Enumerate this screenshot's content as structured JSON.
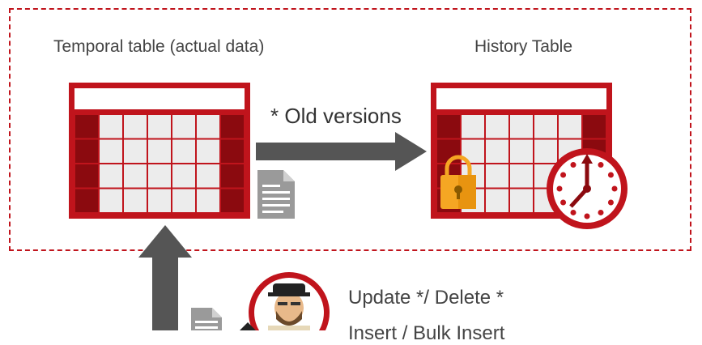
{
  "labels": {
    "temporal_table": "Temporal table (actual data)",
    "history_table": "History Table",
    "old_versions": "* Old versions",
    "operations_line1": "Update */ Delete *",
    "operations_line2": "Insert / Bulk Insert"
  },
  "colors": {
    "accent_red": "#c0141c",
    "dark_red": "#8b0a0f",
    "arrow_gray": "#555555",
    "cell_fill": "#ececec",
    "lock_gold": "#f5a623",
    "doc_gray": "#9a9a9a"
  },
  "icons": [
    "table-grid-icon",
    "document-icon",
    "lock-icon",
    "clock-icon",
    "user-avatar-icon",
    "arrow-right-icon",
    "arrow-up-icon"
  ]
}
